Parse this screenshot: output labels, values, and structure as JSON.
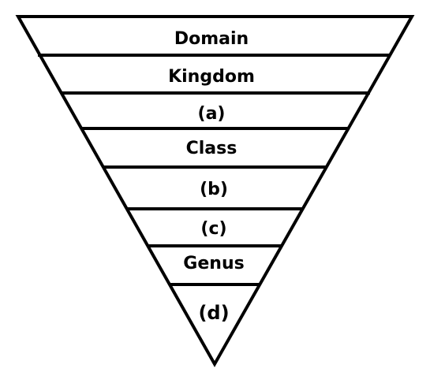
{
  "levels": [
    {
      "label": "Domain"
    },
    {
      "label": "Kingdom"
    },
    {
      "label": "(a)"
    },
    {
      "label": "Class"
    },
    {
      "label": "(b)"
    },
    {
      "label": "(c)"
    },
    {
      "label": "Genus"
    },
    {
      "label": "(d)"
    }
  ],
  "colors": {
    "stroke": "#000000",
    "fill": "#ffffff",
    "text": "#000000"
  }
}
